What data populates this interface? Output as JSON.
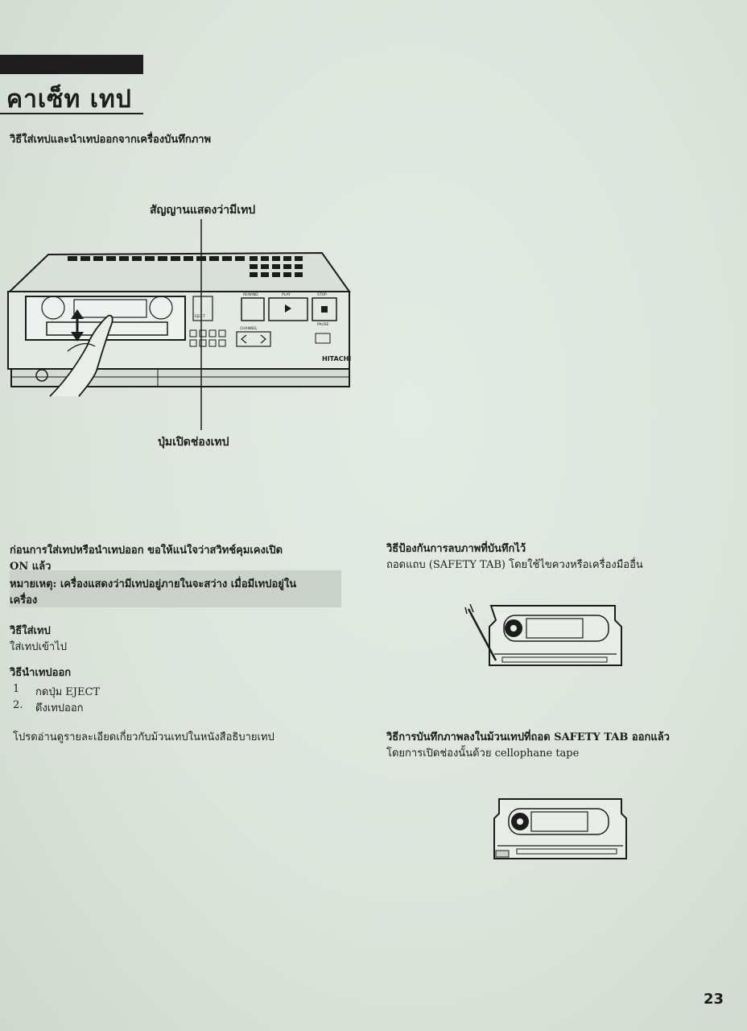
{
  "page": {
    "title": "คาเซ็ท เทป",
    "subtitle": "วิธีใส่เทปและนำเทปออกจากเครื่องบันทึกภาพ",
    "page_number": "23"
  },
  "illustration": {
    "label_top": "สัญญานแสดงว่ามีเทป",
    "label_bottom": "ปุ่มเปิดช่องเทป",
    "vcr_brand": "HITACHI",
    "vcr_labels": {
      "eject": "EJECT",
      "rewind": "REWIND",
      "play": "PLAY",
      "stop": "STOP",
      "pause": "PAUSE",
      "channel": "CHANNEL"
    }
  },
  "left_column": {
    "intro_line1": "ก่อนการใส่เทปหรือนำเทปออก   ขอให้แน่ใจว่าสวิทช์คุมเคงเปิด",
    "intro_line2": "ON  แล้ว",
    "note_line1": "หมายเหตุ: เครื่องแสดงว่ามีเทปอยู่ภายในจะสว่าง   เมื่อมีเทปอยู่ใน",
    "note_line2": "เครื่อง",
    "insert_heading": "วิธีใส่เทป",
    "insert_step": "ใส่เทปเข้าไป",
    "remove_heading": "วิธีนำเทปออก",
    "remove_steps": [
      {
        "num": "1",
        "text": "กดปุ่ม   EJECT"
      },
      {
        "num": "2.",
        "text": "ดึงเทปออก"
      }
    ],
    "footer": "โปรดอ่านดูรายละเอียดเกี่ยวกับม้วนเทปในหนังสือธิบายเทป"
  },
  "right_column": {
    "prevent_heading": "วิธีป้องกันการลบภาพที่บันทึกไว้",
    "prevent_text": "ถอดแถบ   (SAFETY  TAB)   โดยใช้ไขควงหรือเครื่องมืออื่น",
    "rerecord_line1": "วิธีการบันทึกภาพลงในม้วนเทปที่ถอด   SAFETY  TAB    ออกแล้ว",
    "rerecord_line2": "โดยการเปิดช่องนั้นด้วย   cellophane  tape"
  }
}
